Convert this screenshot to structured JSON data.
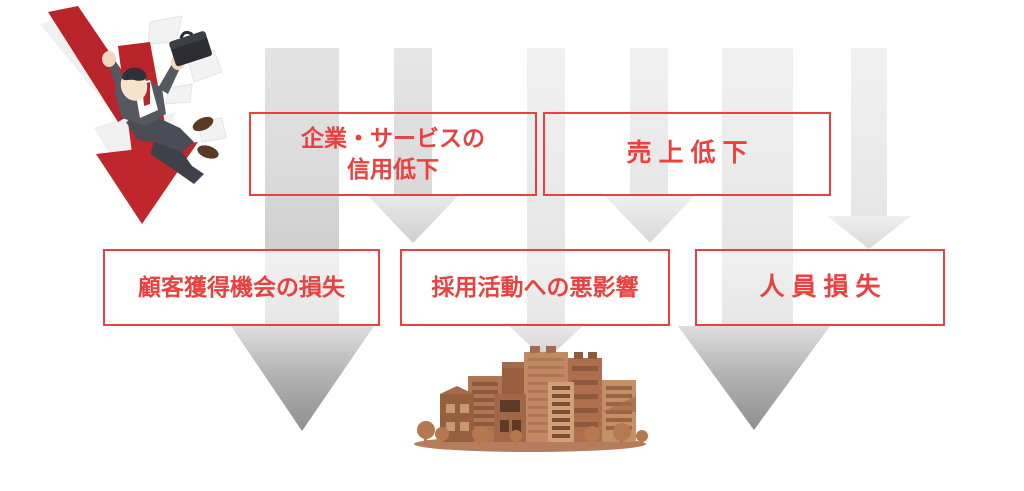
{
  "diagram": {
    "title_boxes": [
      {
        "id": "trust",
        "label": "企業・サービスの\n信用低下",
        "row": "top"
      },
      {
        "id": "sales",
        "label": "売上低下",
        "row": "top"
      },
      {
        "id": "customer",
        "label": "顧客獲得機会の損失",
        "row": "bottom"
      },
      {
        "id": "recruit",
        "label": "採用活動への悪影響",
        "row": "bottom"
      },
      {
        "id": "personnel",
        "label": "人員損失",
        "row": "bottom"
      }
    ],
    "illustrations": [
      {
        "id": "falling-man",
        "name": "businessman-falling-down-red-arrow-illustration"
      },
      {
        "id": "city",
        "name": "city-buildings-illustration"
      }
    ],
    "arrows": {
      "name": "downward-gray-arrows",
      "count": 6,
      "direction": "down"
    }
  },
  "colors": {
    "accent_red": "#e8413f",
    "illustration_red": "#c0272d",
    "arrow_gray_light": "#eeeeee",
    "arrow_gray_dark": "#9e9e9e",
    "building_brown": "#b9795a",
    "background": "#ffffff"
  }
}
